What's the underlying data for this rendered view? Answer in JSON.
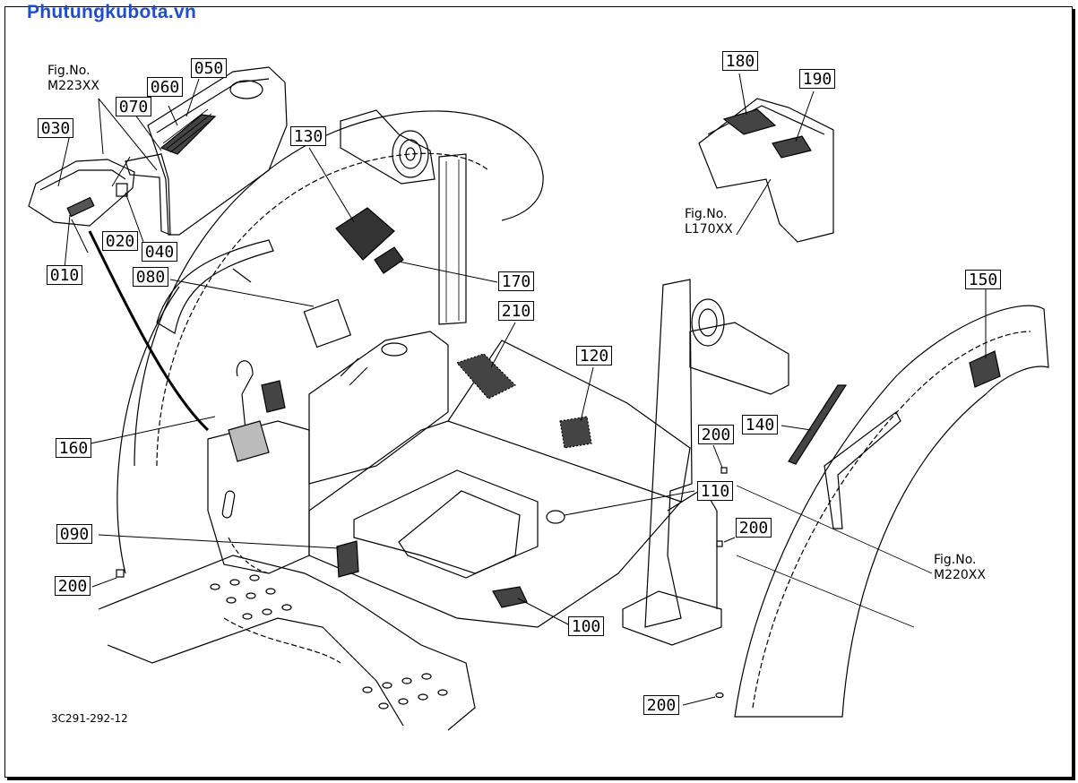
{
  "header": {
    "watermark": "Phutungkubota.vn",
    "watermark_color": "#1f4fc8"
  },
  "diagram": {
    "code": "3C291-292-12",
    "fig_refs": [
      {
        "line1": "Fig.No.",
        "line2": "M223XX"
      },
      {
        "line1": "Fig.No.",
        "line2": "L170XX"
      },
      {
        "line1": "Fig.No.",
        "line2": "M220XX"
      }
    ],
    "parts": [
      "010",
      "020",
      "030",
      "040",
      "050",
      "060",
      "070",
      "080",
      "090",
      "100",
      "110",
      "120",
      "130",
      "140",
      "150",
      "160",
      "170",
      "180",
      "190",
      "200",
      "200",
      "200",
      "200",
      "210"
    ]
  }
}
